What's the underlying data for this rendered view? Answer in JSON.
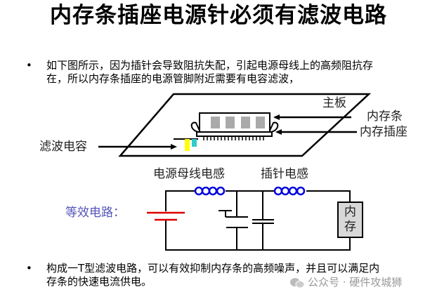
{
  "title": "内存条插座电源针必须有滤波电路",
  "bullets": [
    {
      "marker": "•",
      "lines": [
        "如下图所示，因为插针会导致阻抗失配，引起电源母线上的高频阻抗存",
        "在，所以内存条插座的电源管脚附近需要有电容滤波，"
      ]
    },
    {
      "marker": "•",
      "lines": [
        "构成一T型滤波电路，可以有效抑制内存条的高频噪声，并且可以满足内",
        "存条的快速电流供电。"
      ]
    }
  ],
  "board_diagram": {
    "labels": {
      "mainboard": "主板",
      "memory_stick": "内存条",
      "memory_socket": "内存插座",
      "filter_cap": "滤波电容"
    },
    "colors": {
      "cap_yellow": "#ffff00",
      "cap_cyan": "#33cccc",
      "chip_gray": "#aaaaaa"
    }
  },
  "circuit": {
    "label": "等效电路：",
    "bus_inductor": "电源母线电感",
    "pin_inductor": "插针电感",
    "load_label_line1": "内",
    "load_label_line2": "存",
    "colors": {
      "battery": "#dd0000",
      "inductor": "#0000dd",
      "load_fill": "#d8d8d8",
      "label": "#5555bb"
    }
  },
  "watermark": "公众号 · 硬件攻城狮"
}
